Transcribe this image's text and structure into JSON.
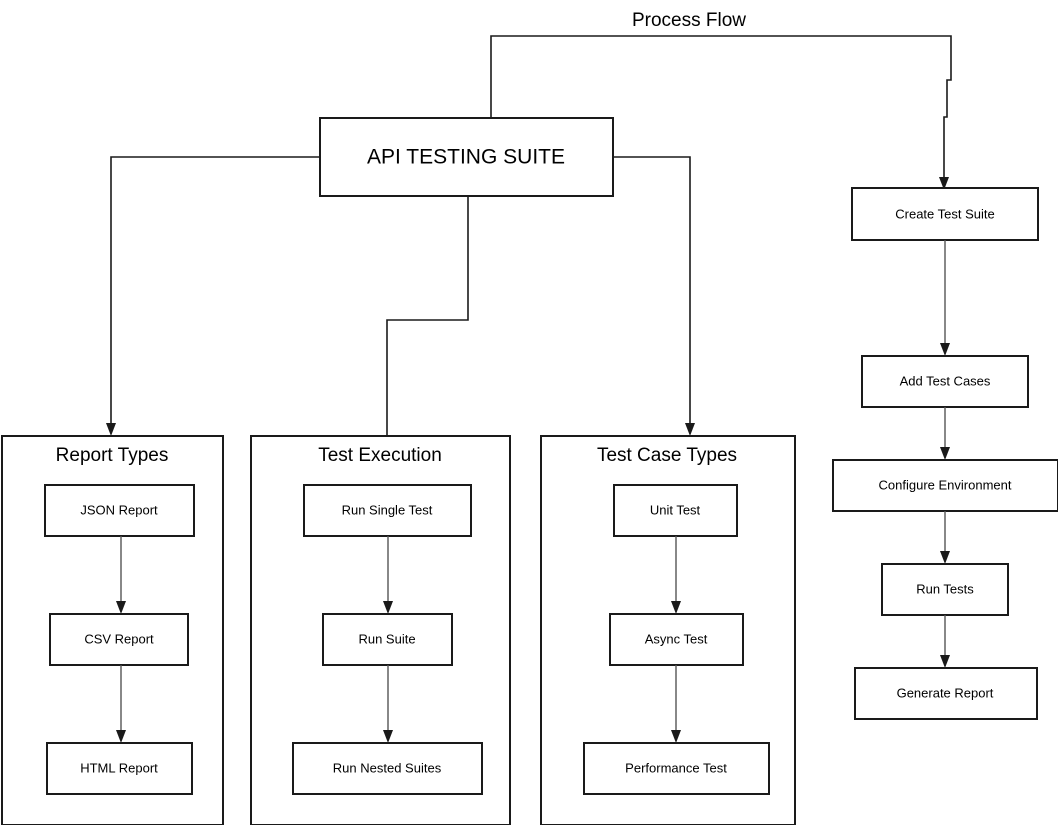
{
  "diagram": {
    "title": "Process Flow",
    "root_node": {
      "label": "API TESTING SUITE"
    },
    "groups": [
      {
        "id": "report-types",
        "label": "Report Types",
        "nodes": [
          {
            "label": "JSON Report"
          },
          {
            "label": "CSV Report"
          },
          {
            "label": "HTML Report"
          }
        ]
      },
      {
        "id": "test-execution",
        "label": "Test Execution",
        "nodes": [
          {
            "label": "Run Single Test"
          },
          {
            "label": "Run Suite"
          },
          {
            "label": "Run Nested Suites"
          }
        ]
      },
      {
        "id": "test-case-types",
        "label": "Test Case Types",
        "nodes": [
          {
            "label": "Unit Test"
          },
          {
            "label": "Async Test"
          },
          {
            "label": "Performance Test"
          }
        ]
      }
    ],
    "process_flow_steps": [
      {
        "label": "Create Test Suite"
      },
      {
        "label": "Add Test Cases"
      },
      {
        "label": "Configure Environment"
      },
      {
        "label": "Run Tests"
      },
      {
        "label": "Generate Report"
      }
    ],
    "colors": {
      "background": "#ffffff",
      "stroke": "#1a1a1a",
      "text": "#000000",
      "connector": "#555555"
    }
  }
}
